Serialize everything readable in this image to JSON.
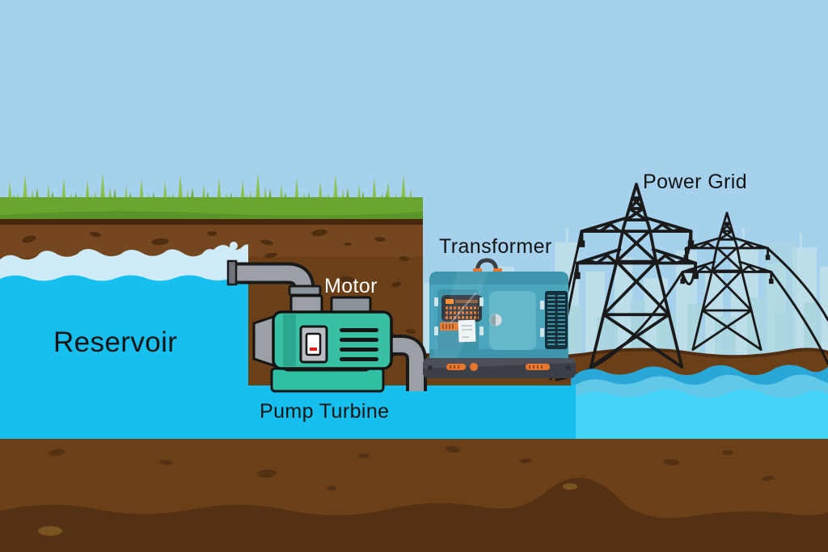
{
  "diagram": {
    "type": "pumped-storage-hydropower-illustration",
    "labels": {
      "reservoir": "Reservoir",
      "motor": "Motor",
      "pump_turbine": "Pump Turbine",
      "transformer": "Transformer",
      "power_grid": "Power Grid"
    },
    "scene_objects": [
      "sky",
      "city-skyline",
      "grass-ground",
      "soil-cross-section",
      "upper-reservoir-water",
      "intake-pipe",
      "pump-turbine-unit",
      "outlet-pipe",
      "transformer-generator-unit",
      "transmission-towers",
      "power-lines",
      "lower-water-channel",
      "wavy-tailwater"
    ],
    "colors": {
      "sky": "#a6d1ec",
      "skyline_far": "#c3e3ea",
      "skyline_near": "#a9d6de",
      "grass_light": "#8cc14c",
      "grass_dark": "#6fae33",
      "grass_band": "#6aa530",
      "soil": "#6b4019",
      "soil_dark": "#543113",
      "soil_strip": "#46280e",
      "water_cyan": "#16bfee",
      "water_foam": "#cfeaf8",
      "wave_dark": "#2aa7d9",
      "wave_mid": "#62c8e8",
      "wave_light": "#44d4fa",
      "pump_teal": "#38c0a3",
      "pump_teal_dark": "#2aa78c",
      "pipe_gray": "#9aa0a6",
      "transformer_teal": "#4aa6bd",
      "transformer_teal_dark": "#3f93a9",
      "transformer_door": "#64b8ca",
      "vent_dark": "#14303a",
      "base_gray": "#4b4f58",
      "accent_orange": "#e8762c",
      "line_black": "#1a1a1a",
      "label_text": "#141414",
      "motor_label_text": "#ffffff"
    }
  }
}
